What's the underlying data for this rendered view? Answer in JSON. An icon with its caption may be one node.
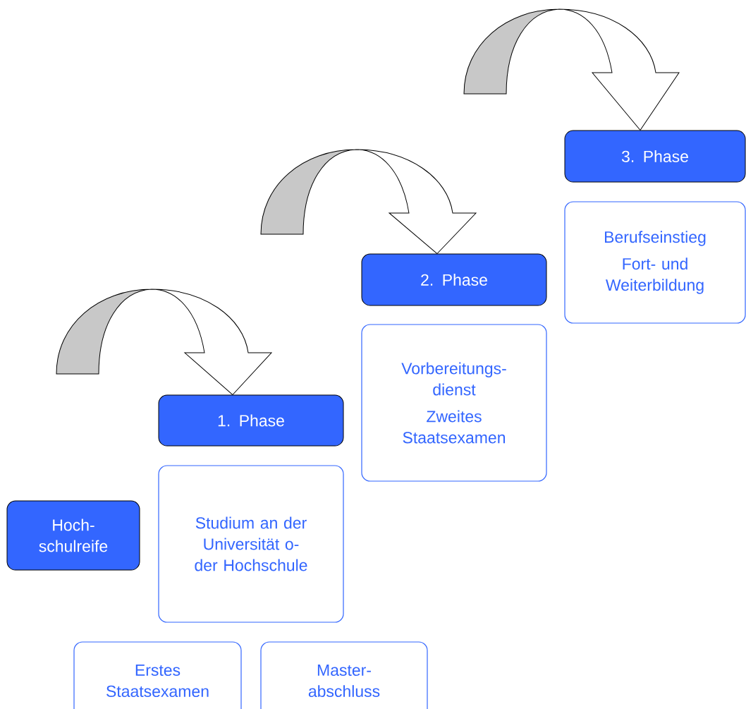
{
  "diagram": {
    "nodes": [
      {
        "text": [
          "Hoch- schulreife"
        ]
      },
      {
        "text": [
          "1. Phase"
        ]
      },
      {
        "text": [
          "Studium an der Universität o- der Hochschule"
        ]
      },
      {
        "text": [
          "Erstes Staatsexamen"
        ]
      },
      {
        "text": [
          "Master- abschluss"
        ]
      },
      {
        "text": [
          "2. Phase"
        ]
      },
      {
        "text": [
          "Vorbereitungs- dienst",
          "Zweites Staatsexamen"
        ]
      },
      {
        "text": [
          "3. Phase"
        ]
      },
      {
        "text": [
          "Berufseinstieg",
          "Fort- und Weiterbildung"
        ]
      }
    ],
    "edges": [
      {
        "from": null,
        "to": 1,
        "arrow": "to"
      },
      {
        "from": null,
        "to": 5,
        "arrow": "to"
      },
      {
        "from": null,
        "to": 7,
        "arrow": "to"
      }
    ]
  }
}
